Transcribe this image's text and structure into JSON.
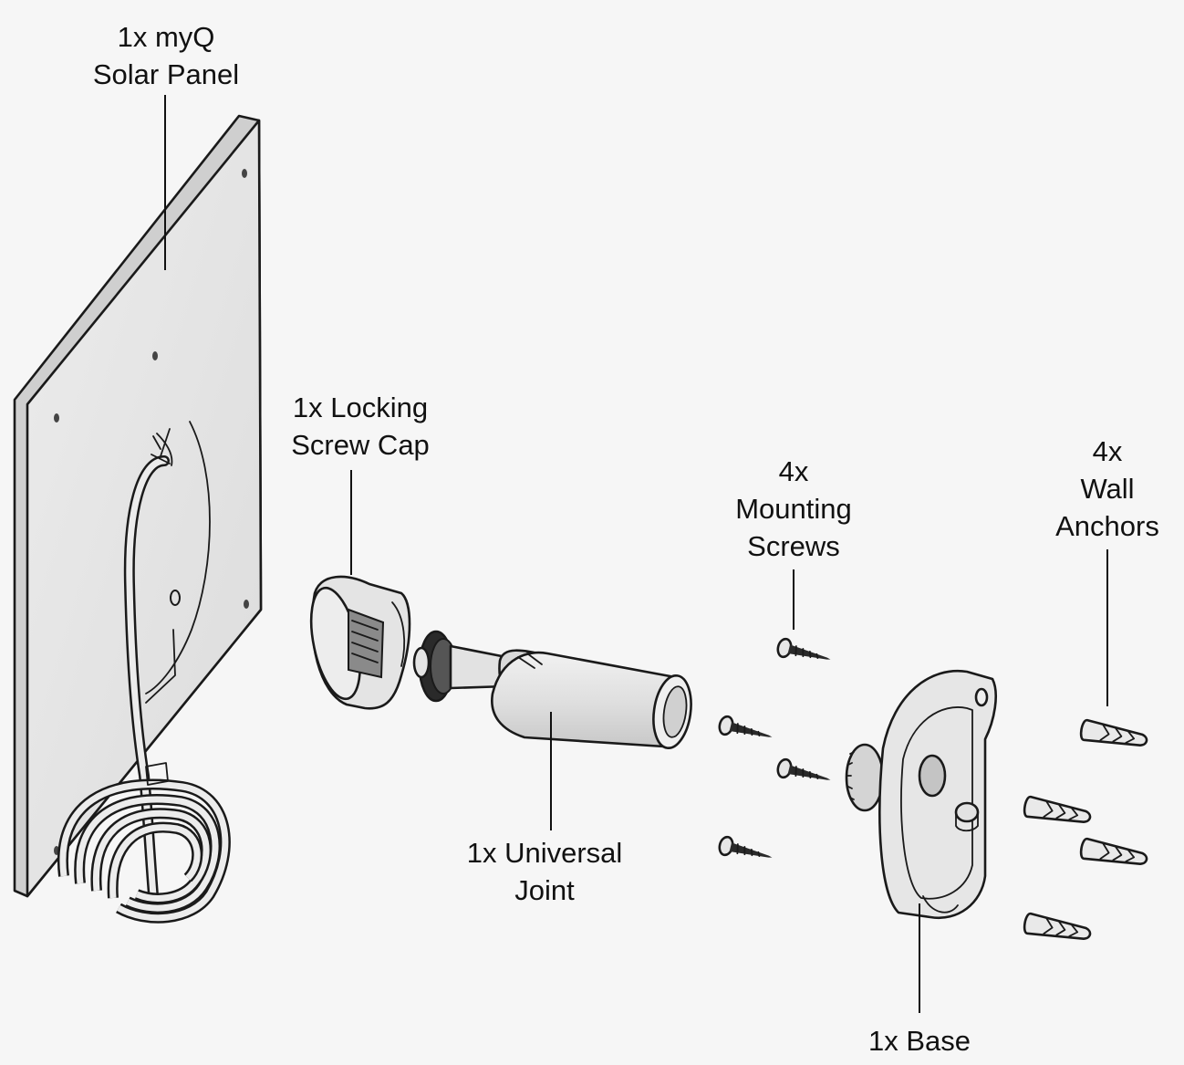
{
  "colors": {
    "background": "#f6f6f6",
    "part_fill": "#e8e8e8",
    "part_shadow": "#c9c9c9",
    "outline": "#1a1a1a",
    "text": "#111111"
  },
  "parts": [
    {
      "id": "solar_panel",
      "line1": "1x myQ",
      "line2": "Solar Panel"
    },
    {
      "id": "locking_screw_cap",
      "line1": "1x Locking",
      "line2": "Screw Cap"
    },
    {
      "id": "mounting_screws",
      "line1": "4x",
      "line2": "Mounting",
      "line3": "Screws"
    },
    {
      "id": "wall_anchors",
      "line1": "4x",
      "line2": "Wall",
      "line3": "Anchors"
    },
    {
      "id": "universal_joint",
      "line1": "1x Universal",
      "line2": "Joint"
    },
    {
      "id": "base",
      "line1": "1x Base"
    }
  ]
}
